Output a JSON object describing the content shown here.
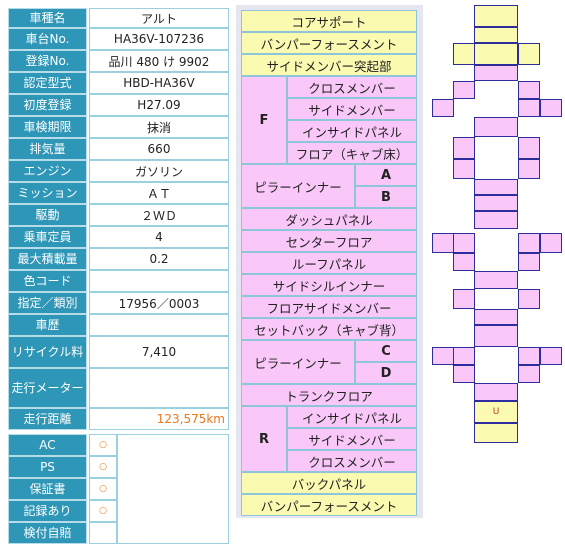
{
  "specs": [
    {
      "label": "車種名",
      "value": "アルト"
    },
    {
      "label": "車台No.",
      "value": "HA36V-107236"
    },
    {
      "label": "登録No.",
      "value": "品川 480 け 9902"
    },
    {
      "label": "認定型式",
      "value": "HBD-HA36V"
    },
    {
      "label": "初度登録",
      "value": "H27.09"
    },
    {
      "label": "車検期限",
      "value": "抹消"
    },
    {
      "label": "排気量",
      "value": "660"
    },
    {
      "label": "エンジン",
      "value": "ガソリン"
    },
    {
      "label": "ミッション",
      "value": "ＡＴ"
    },
    {
      "label": "駆動",
      "value": "２ＷＤ"
    },
    {
      "label": "乗車定員",
      "value": "4"
    },
    {
      "label": "最大積載量",
      "value": "0.2"
    },
    {
      "label": "色コード",
      "value": ""
    },
    {
      "label": "指定／類別",
      "value": "17956／0003"
    },
    {
      "label": "車歴",
      "value": ""
    },
    {
      "label": "リサイクル料",
      "value": "7,410"
    },
    {
      "label": "走行メーター",
      "value": ""
    },
    {
      "label": "走行距離",
      "value": "123,575km"
    }
  ],
  "options": [
    {
      "label": "AC",
      "mark": "○"
    },
    {
      "label": "PS",
      "mark": "○"
    },
    {
      "label": "保証書",
      "mark": "○"
    },
    {
      "label": "記録あり",
      "mark": "○"
    },
    {
      "label": "検付自賠",
      "mark": ""
    }
  ],
  "parts": {
    "core_support": "コアサポート",
    "bumper_reinf_front": "バンパーフォースメント",
    "side_member_front_tip": "サイドメンバー突起部",
    "f_label": "F",
    "f_items": [
      "クロスメンバー",
      "サイドメンバー",
      "インサイドパネル",
      "フロア（キャブ床）"
    ],
    "pillar_inner_1": "ピラーインナー",
    "pillar_ab": [
      "A",
      "B"
    ],
    "dash_panel": "ダッシュパネル",
    "center_floor": "センターフロア",
    "roof_panel": "ルーフパネル",
    "side_sill_inner": "サイドシルインナー",
    "floor_side_member": "フロアサイドメンバー",
    "setback": "セットバック（キャブ背）",
    "pillar_inner_2": "ピラーインナー",
    "pillar_cd": [
      "C",
      "D"
    ],
    "trunk_floor": "トランクフロア",
    "r_label": "R",
    "r_items": [
      "インサイドパネル",
      "サイドメンバー",
      "クロスメンバー"
    ],
    "back_panel": "バックパネル",
    "bumper_reinf_rear": "バンパーフォースメント"
  },
  "diagram": {
    "u_mark": "U"
  }
}
